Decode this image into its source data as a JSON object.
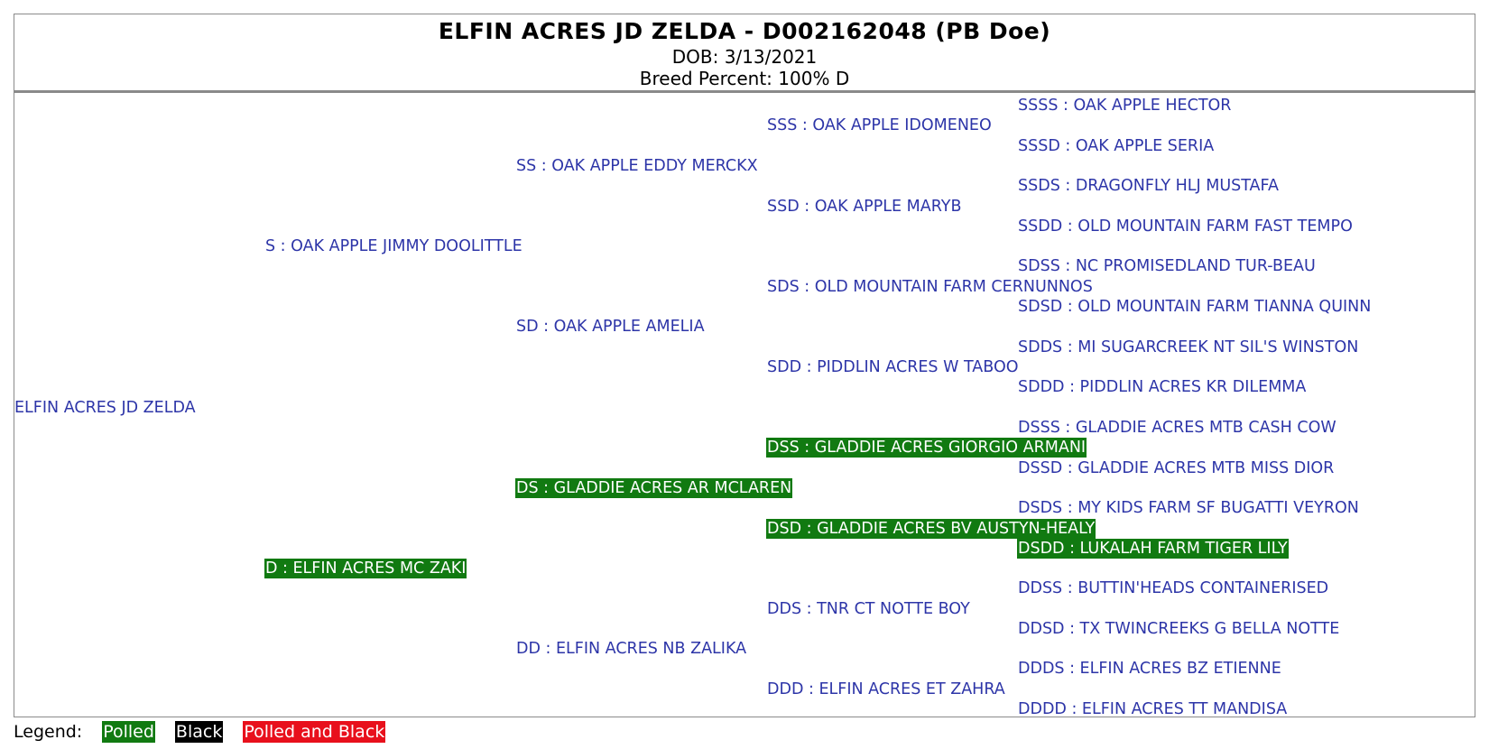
{
  "header": {
    "title": "ELFIN ACRES JD ZELDA - D002162048 (PB Doe)",
    "dob": "DOB: 3/13/2021",
    "breed_percent": "Breed Percent: 100% D"
  },
  "pedigree": {
    "subject": "ELFIN ACRES JD ZELDA",
    "s": "S : OAK APPLE JIMMY DOOLITTLE",
    "d": "D : ELFIN ACRES MC ZAKI",
    "ss": "SS : OAK APPLE EDDY MERCKX",
    "sd": "SD : OAK APPLE AMELIA",
    "ds": "DS : GLADDIE ACRES AR MCLAREN",
    "dd": "DD : ELFIN ACRES NB ZALIKA",
    "sss": "SSS : OAK APPLE IDOMENEO",
    "ssd": "SSD : OAK APPLE MARYB",
    "sds": "SDS : OLD MOUNTAIN FARM CERNUNNOS",
    "sdd": "SDD : PIDDLIN ACRES W TABOO",
    "dss": "DSS : GLADDIE ACRES GIORGIO ARMANI",
    "dsd": "DSD : GLADDIE ACRES BV AUSTYN-HEALY",
    "dds": "DDS : TNR CT NOTTE BOY",
    "ddd": "DDD : ELFIN ACRES ET ZAHRA",
    "ssss": "SSSS : OAK APPLE HECTOR",
    "sssd": "SSSD : OAK APPLE SERIA",
    "ssds": "SSDS : DRAGONFLY HLJ MUSTAFA",
    "ssdd": "SSDD : OLD MOUNTAIN FARM FAST TEMPO",
    "sdss": "SDSS : NC PROMISEDLAND TUR-BEAU",
    "sdsd": "SDSD : OLD MOUNTAIN FARM TIANNA QUINN",
    "sdds": "SDDS : MI SUGARCREEK NT SIL'S WINSTON",
    "sddd": "SDDD : PIDDLIN ACRES KR DILEMMA",
    "dsss": "DSSS : GLADDIE ACRES MTB CASH COW",
    "dssd": "DSSD : GLADDIE ACRES MTB MISS DIOR",
    "dsds": "DSDS : MY KIDS FARM SF BUGATTI VEYRON",
    "dsdd": "DSDD : LUKALAH FARM TIGER LILY",
    "ddss": "DDSS : BUTTIN'HEADS CONTAINERISED",
    "ddsd": "DDSD : TX TWINCREEKS G BELLA NOTTE",
    "ddds": "DDDS : ELFIN ACRES BZ ETIENNE",
    "dddd": "DDDD : ELFIN ACRES TT MANDISA"
  },
  "legend": {
    "label": "Legend:",
    "polled": "Polled",
    "black": "Black",
    "polled_and_black": "Polled and Black"
  },
  "colors": {
    "polled": "#117a11",
    "black": "#000000",
    "polled_and_black": "#e8101c",
    "link_text": "#2d35a8"
  }
}
